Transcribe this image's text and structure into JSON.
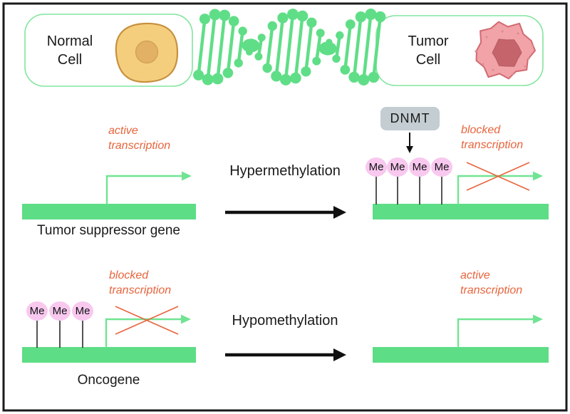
{
  "colors": {
    "green_main": "#5DDD85",
    "green_arrow": "#70E492",
    "box_border_green": "#82E59D",
    "orange_accent": "#E8643C",
    "methyl_pink": "#F8C8EF",
    "dnmt_gray": "#C3CDD2",
    "normal_cell_fill": "#F5CE7D",
    "tumor_cell_fill": "#F1A3A7",
    "text_black": "#1A1A1A"
  },
  "header": {
    "normal_cell_label": "Normal Cell",
    "tumor_cell_label": "Tumor Cell"
  },
  "hyper_row": {
    "process_label": "Hypermethylation",
    "left_annotation": "active transcription",
    "left_gene_label": "Tumor suppressor gene",
    "right_annotation": "blocked transcription",
    "enzyme_label": "DNMT",
    "methyl_groups": [
      "Me",
      "Me",
      "Me",
      "Me"
    ]
  },
  "hypo_row": {
    "process_label": "Hypomethylation",
    "left_annotation": "blocked transcription",
    "left_gene_label": "Oncogene",
    "methyl_groups": [
      "Me",
      "Me",
      "Me"
    ],
    "right_annotation": "active transcription"
  }
}
